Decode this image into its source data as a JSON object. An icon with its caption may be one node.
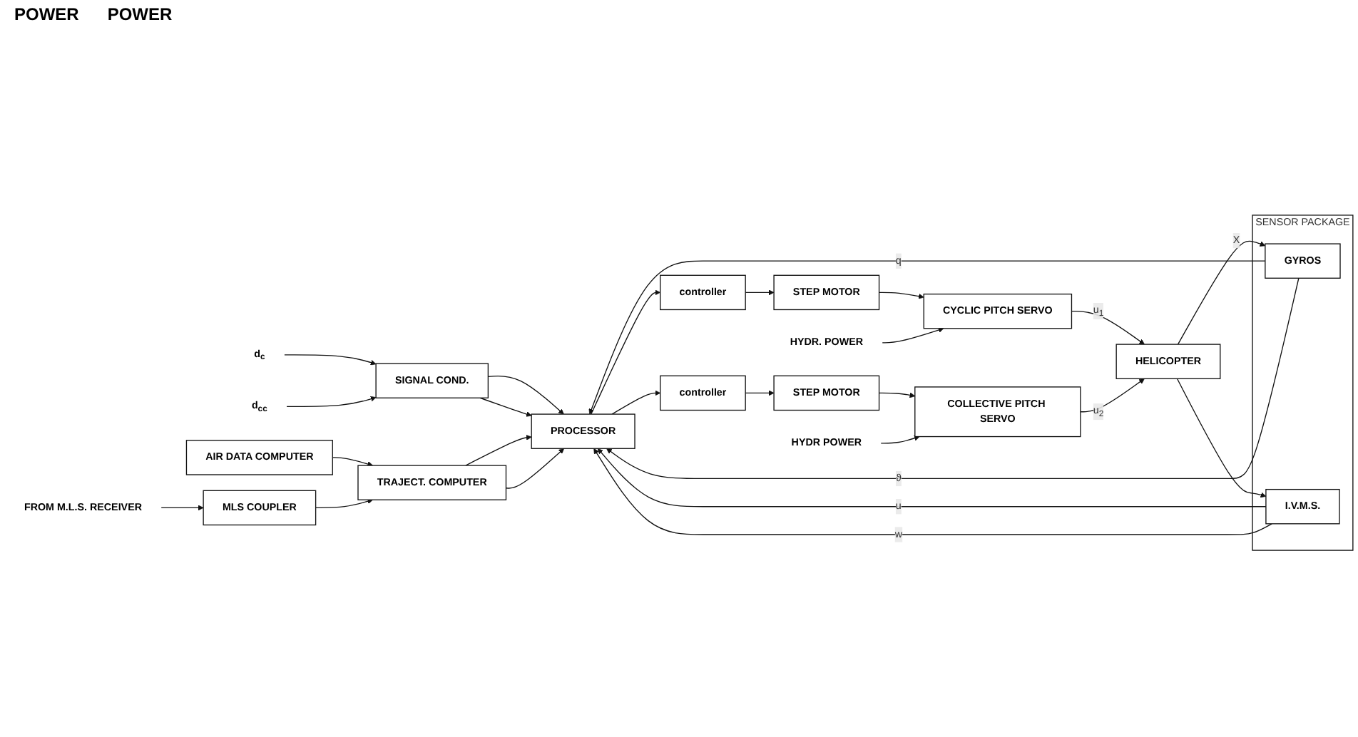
{
  "diagram": {
    "nodes": [
      {
        "text": [
          "SIGNAL COND."
        ]
      },
      {
        "text": [
          "TRAJECT. COMPUTER"
        ]
      },
      {
        "text": [
          "AIR DATA COMPUTER"
        ]
      },
      {
        "text": [
          "MLS COUPLER"
        ]
      },
      {
        "text": [
          "PROCESSOR"
        ]
      },
      {
        "text": [
          "controller"
        ]
      },
      {
        "text": [
          "controller"
        ]
      },
      {
        "text": [
          "STEP MOTOR"
        ]
      },
      {
        "text": [
          "STEP MOTOR"
        ]
      },
      {
        "text": [
          "CYCLIC PITCH SERVO"
        ]
      },
      {
        "text": [
          "COLLECTIVE PITCH SERVO"
        ]
      },
      {
        "text": [
          "HELICOPTER"
        ]
      },
      {
        "text": [
          "SENSOR PACKAGE"
        ]
      },
      {
        "text": [
          "GYROS"
        ],
        "in": 12
      },
      {
        "text": [
          "I.V.M.S."
        ],
        "in": 12
      },
      {
        "text": [
          "d$_{c}$"
        ]
      },
      {
        "text": [
          "d$_{cc}$"
        ]
      },
      {
        "text": [
          "HYDR. POWER"
        ]
      },
      {
        "text": [
          "HYDR POWER"
        ]
      },
      {
        "text": [
          "FROM M.L.S. RECEIVER"
        ]
      }
    ],
    "edges": [
      {
        "from": 15,
        "to": 0,
        "arrow": "to"
      },
      {
        "from": 16,
        "to": 0,
        "arrow": "to"
      },
      {
        "from": 0,
        "to": 4,
        "arrow": "to"
      },
      {
        "from": 0,
        "to": 4,
        "arrow": "to"
      },
      {
        "from": 1,
        "to": 4,
        "arrow": "to"
      },
      {
        "from": 1,
        "to": 4,
        "arrow": "to"
      },
      {
        "from": 2,
        "to": 1,
        "arrow": "to"
      },
      {
        "from": 3,
        "to": 1,
        "arrow": "to"
      },
      {
        "from": 19,
        "to": 3,
        "arrow": "to"
      },
      {
        "from": 4,
        "to": 5,
        "arrow": "to"
      },
      {
        "from": 4,
        "to": 6,
        "arrow": "to"
      },
      {
        "from": 5,
        "to": 7,
        "arrow": "to"
      },
      {
        "from": 6,
        "to": 8,
        "arrow": "to"
      },
      {
        "from": 7,
        "to": 9,
        "arrow": "to"
      },
      {
        "from": 8,
        "to": 10,
        "arrow": "to"
      },
      {
        "from": 17,
        "to": 9,
        "arrow": "to"
      },
      {
        "from": 18,
        "to": 10,
        "arrow": "to"
      },
      {
        "from": 9,
        "to": 11,
        "arrow": "to",
        "label": "u$_{1}$"
      },
      {
        "from": 10,
        "to": 11,
        "arrow": "to",
        "label": "u$_{2}$"
      },
      {
        "from": 11,
        "to": 13,
        "arrow": "to",
        "label": "X"
      },
      {
        "from": 11,
        "to": 14,
        "arrow": "to"
      },
      {
        "from": 13,
        "to": 4,
        "arrow": "to",
        "label": "q"
      },
      {
        "from": 13,
        "to": 4,
        "arrow": "to",
        "label": "ϑ"
      },
      {
        "from": 14,
        "to": 4,
        "arrow": "to",
        "label": "u"
      },
      {
        "from": 14,
        "to": 4,
        "arrow": "to",
        "label": "w"
      }
    ],
    "labels": [
      "POWER",
      "POWER"
    ]
  }
}
